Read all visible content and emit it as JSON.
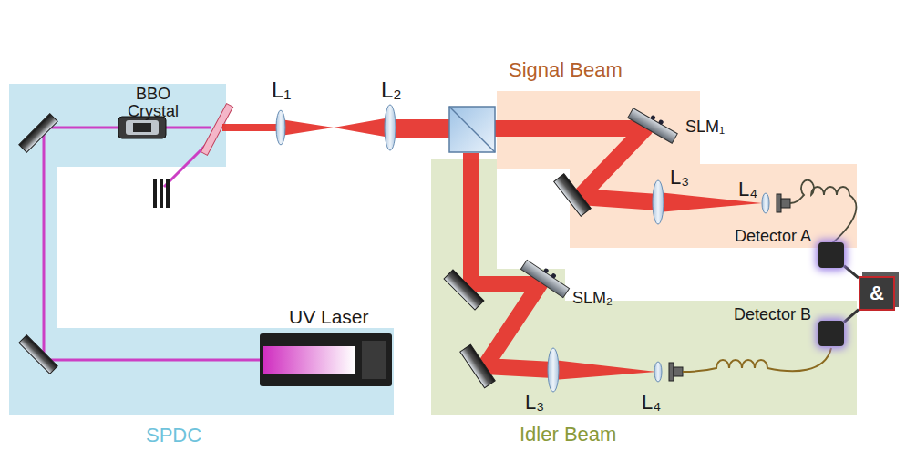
{
  "diagram": {
    "nodes": [
      {
        "text": [
          "SPDC"
        ]
      },
      {
        "text": [
          "UV Laser"
        ],
        "in": 0
      },
      {
        "text": [
          "Signal Beam"
        ]
      },
      {
        "text": [
          "Idler Beam"
        ]
      },
      {
        "text": [
          "Detector A"
        ]
      },
      {
        "text": [
          "Detector B"
        ]
      },
      {
        "text": [
          "&"
        ]
      }
    ],
    "edges": [
      {
        "from": 4,
        "to": 6,
        "arrow": "none"
      },
      {
        "from": 5,
        "to": 6,
        "arrow": "none"
      }
    ],
    "labels": [
      "BBO Crystal",
      "L₁",
      "L₂",
      "SLM₁",
      "L₃",
      "L₄",
      "SLM₂",
      "L₃",
      "L₄"
    ]
  }
}
